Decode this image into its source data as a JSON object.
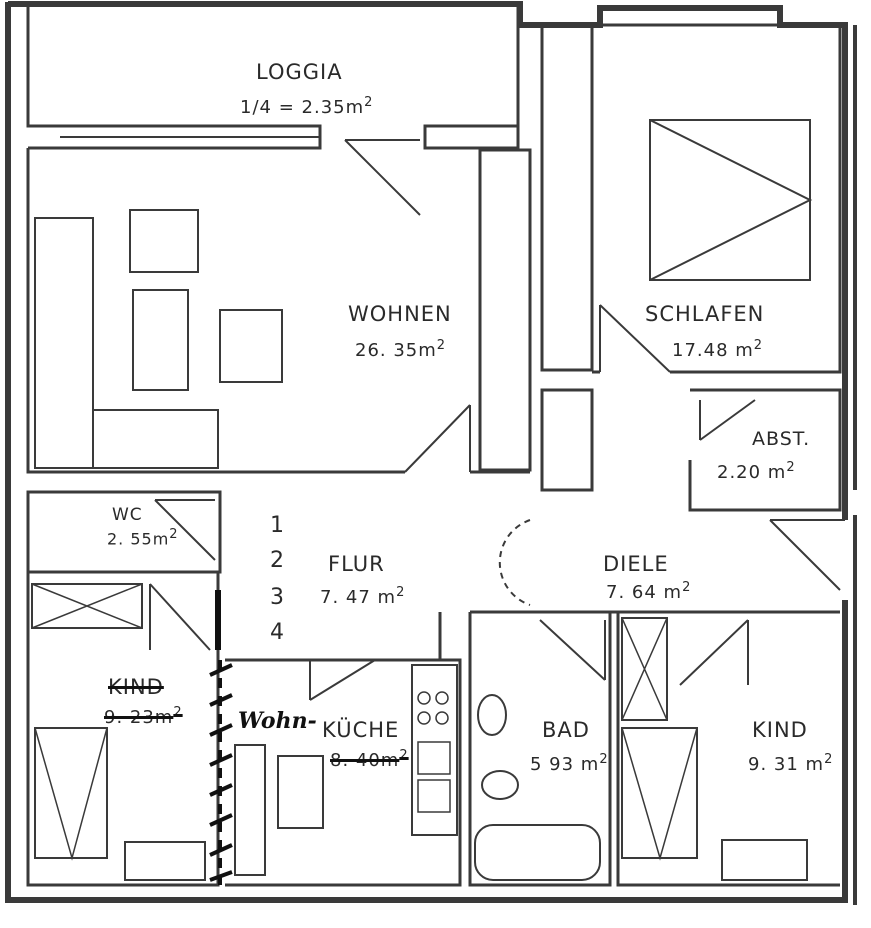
{
  "rooms": {
    "loggia": {
      "name": "LOGGIA",
      "area_prefix": "1/4 =",
      "area": "2.35m",
      "unit_exp": "2"
    },
    "wohnen": {
      "name": "WOHNEN",
      "area": "26. 35m",
      "unit_exp": "2"
    },
    "schlafen": {
      "name": "SCHLAFEN",
      "area": "17.48 m",
      "unit_exp": "2"
    },
    "abst": {
      "name": "ABST.",
      "area": "2.20 m",
      "unit_exp": "2"
    },
    "wc": {
      "name": "WC",
      "area": "2. 55m",
      "unit_exp": "2"
    },
    "flur": {
      "name": "FLUR",
      "area": "7. 47 m",
      "unit_exp": "2"
    },
    "diele": {
      "name": "DIELE",
      "area": "7. 64 m",
      "unit_exp": "2"
    },
    "kind_left": {
      "name": "KIND",
      "area": "9. 23m",
      "unit_exp": "2"
    },
    "kueche": {
      "name": "KÜCHE",
      "area": "8. 40m",
      "unit_exp": "2",
      "handwritten_prefix": "Wohn-"
    },
    "bad": {
      "name": "BAD",
      "area": "5 93 m",
      "unit_exp": "2"
    },
    "kind_right": {
      "name": "KIND",
      "area": "9. 31 m",
      "unit_exp": "2"
    }
  },
  "stair_numbers": [
    "1",
    "2",
    "3",
    "4"
  ],
  "colors": {
    "wall": "#3a3a3a",
    "line": "#4a4a4a",
    "annotation": "#111111",
    "background": "#ffffff"
  }
}
